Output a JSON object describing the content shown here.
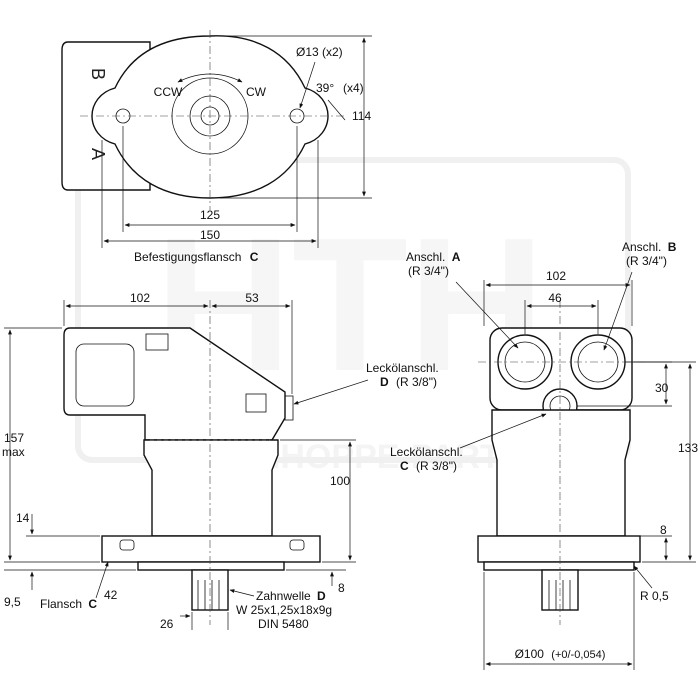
{
  "watermark": {
    "main": "HTH",
    "sub": "WWW.HOPPE-PARTS"
  },
  "top_view": {
    "port_b": "B",
    "port_a": "A",
    "rotation_ccw": "CCW",
    "rotation_cw": "CW",
    "hole_dia": "Ø13 (x2)",
    "angle": "39°",
    "angle_count": "(x4)",
    "height_dim": "114",
    "width_125": "125",
    "width_150": "150",
    "flange_label": "Befestigungsflansch",
    "flange_letter": "C"
  },
  "side_view": {
    "dim_102": "102",
    "dim_53": "53",
    "leak_label": "Leckölanschl.",
    "leak_letter": "D",
    "leak_size": "(R 3/8\")",
    "dim_157": "157",
    "dim_max": "max",
    "dim_100": "100",
    "dim_14": "14",
    "dim_9_5": "9,5",
    "flange_label": "Flansch",
    "flange_letter": "C",
    "dim_42": "42",
    "dim_26": "26",
    "dim_8": "8",
    "shaft_label": "Zahnwelle",
    "shaft_letter": "D",
    "shaft_spec": "W 25x1,25x18x9g",
    "shaft_norm": "DIN 5480"
  },
  "front_view": {
    "port_a_label": "Anschl.",
    "port_a_letter": "A",
    "port_a_size": "(R 3/4\")",
    "port_b_label": "Anschl.",
    "port_b_letter": "B",
    "port_b_size": "(R 3/4\")",
    "dim_102": "102",
    "dim_46": "46",
    "dim_30": "30",
    "dim_133": "133",
    "leak_label": "Leckölanschl.",
    "leak_letter": "C",
    "leak_size": "(R 3/8\")",
    "dim_8": "8",
    "radius": "R 0,5",
    "bottom_dia": "Ø100",
    "bottom_tol": "(+0/-0,054)"
  }
}
